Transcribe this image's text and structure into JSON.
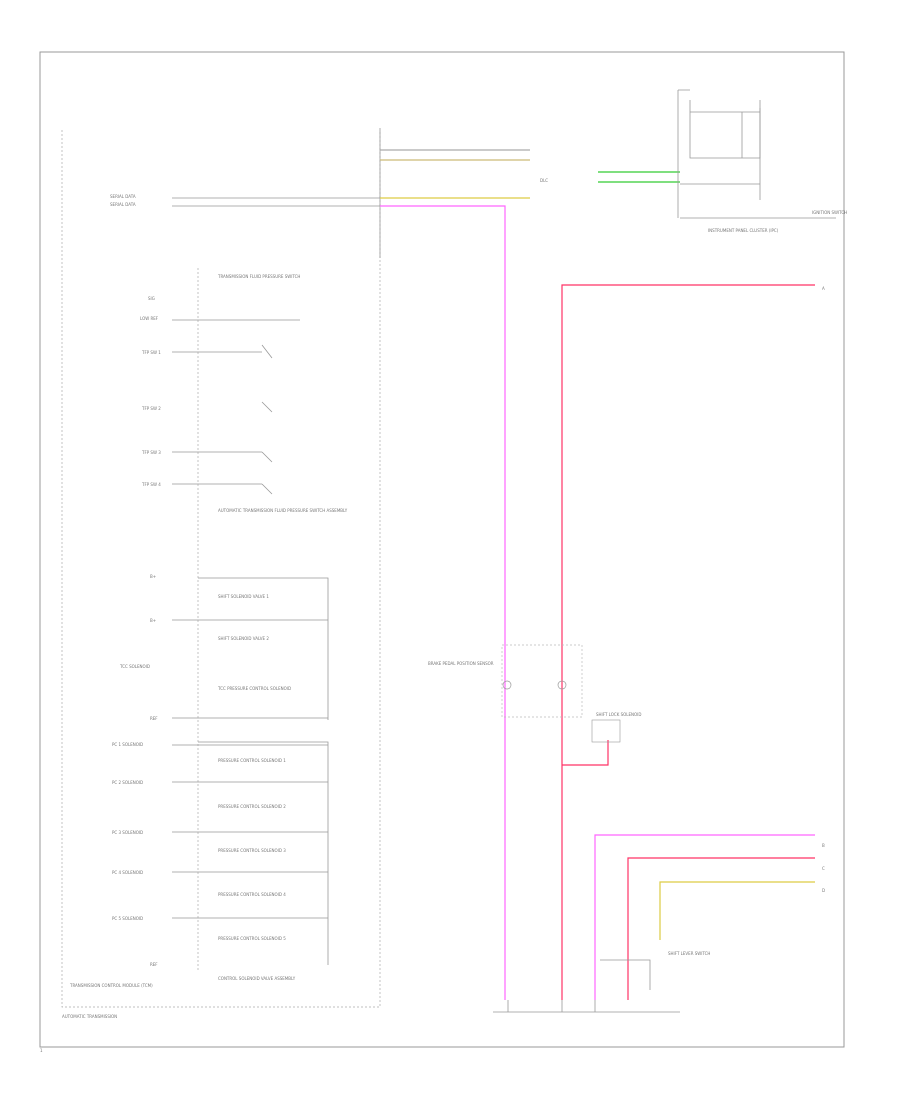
{
  "colors": {
    "pink": "#ff66ff",
    "red": "#ff3366",
    "green": "#33cc33",
    "yellow": "#ddcc44",
    "tan": "#ccbb77",
    "line": "#999999",
    "text": "#777777"
  },
  "labels": {
    "page_number": "1",
    "tcm": "TRANSMISSION CONTROL MODULE (TCM)",
    "auto_trans": "AUTOMATIC TRANSMISSION",
    "cluster": "INSTRUMENT PANEL CLUSTER (IPC)",
    "control_assembly": "CONTROL SOLENOID VALVE ASSEMBLY",
    "range_sensor": "TRANSMISSION FLUID PRESSURE SWITCH",
    "shift_pos_switch": "AUTOMATIC TRANSMISSION FLUID PRESSURE SWITCH ASSEMBLY",
    "shift_lever": "SHIFT LOCK SOLENOID",
    "brake_switch": "BRAKE PEDAL POSITION SENSOR",
    "ign_switch": "IGNITION SWITCH",
    "dlc": "DLC",
    "shift_actuator": "SHIFT LEVER SWITCH"
  },
  "tcm_pins": [
    "SERIAL DATA",
    "SERIAL DATA",
    "SIG",
    "LOW REF",
    "TFP SW 1",
    "TFP SW 2",
    "TFP SW 3",
    "TFP SW 4",
    "B+",
    "B+",
    "TCC SOLENOID",
    "REF",
    "PC 1 SOLENOID",
    "PC 2 SOLENOID",
    "PC 3 SOLENOID",
    "PC 4 SOLENOID",
    "PC 5 SOLENOID",
    "REF"
  ],
  "solenoids": [
    "SHIFT SOLENOID VALVE 1",
    "SHIFT SOLENOID VALVE 2",
    "TCC PRESSURE CONTROL SOLENOID",
    "PRESSURE CONTROL SOLENOID 1",
    "PRESSURE CONTROL SOLENOID 2",
    "PRESSURE CONTROL SOLENOID 3",
    "PRESSURE CONTROL SOLENOID 4",
    "PRESSURE CONTROL SOLENOID 5"
  ],
  "wire_ends": [
    "A",
    "B",
    "C",
    "D"
  ]
}
